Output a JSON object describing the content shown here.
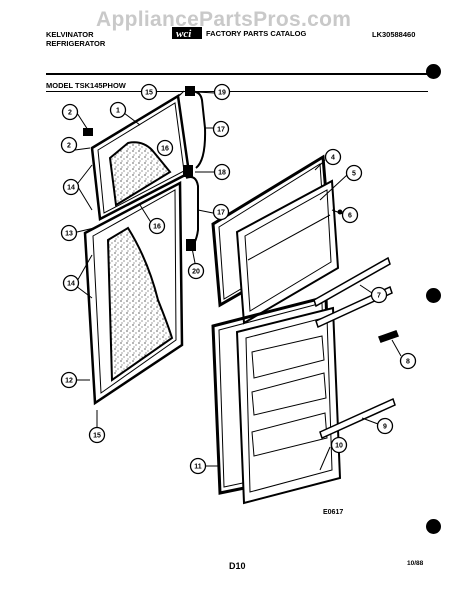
{
  "watermark": "AppliancePartsPros.com",
  "header": {
    "brand_line1": "KELVINATOR",
    "brand_line2": "REFRIGERATOR",
    "catalog_title": "FACTORY PARTS CATALOG",
    "catalog_number": "LK30588460",
    "logo": "wci-logo"
  },
  "model": "MODEL TSK145PHOW",
  "callouts": [
    "1",
    "2",
    "2",
    "4",
    "5",
    "6",
    "7",
    "8",
    "9",
    "10",
    "11",
    "12",
    "13",
    "14",
    "14",
    "15",
    "15",
    "16",
    "16",
    "17",
    "17",
    "18",
    "19",
    "20"
  ],
  "footer": {
    "drawing_code": "E0617",
    "page_code": "D10",
    "date": "10/88"
  }
}
